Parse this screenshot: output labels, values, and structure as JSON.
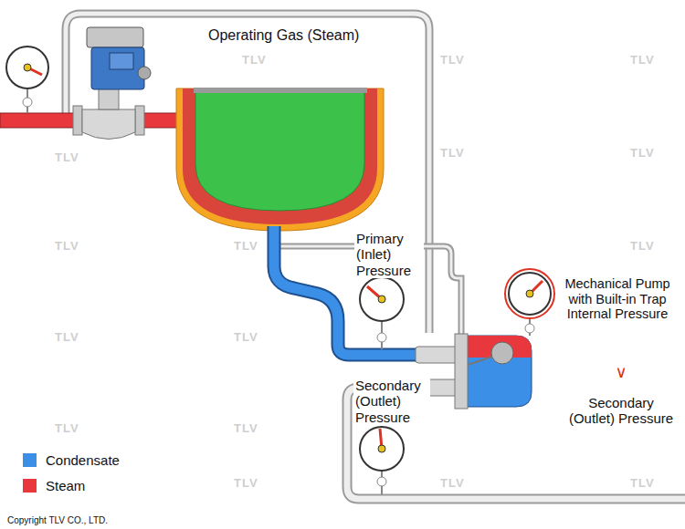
{
  "diagram": {
    "labels": [
      "Operating Gas (Steam)",
      "Primary (Inlet) Pressure",
      "Secondary (Outlet) Pressure",
      "Mechanical Pump with Built-in Trap Internal Pressure",
      "∨",
      "Secondary (Outlet) Pressure",
      "Copyright TLV CO., LTD.",
      "TLV",
      "TLV",
      "TLV",
      "TLV",
      "TLV",
      "TLV",
      "TLV",
      "TLV",
      "TLV",
      "TLV",
      "TLV",
      "TLV",
      "TLV",
      "TLV",
      "TLV",
      "TLV"
    ],
    "legend": [
      {
        "text": "Condensate",
        "color": "#3b8fe6"
      },
      {
        "text": "Steam",
        "color": "#e8383d"
      }
    ]
  }
}
